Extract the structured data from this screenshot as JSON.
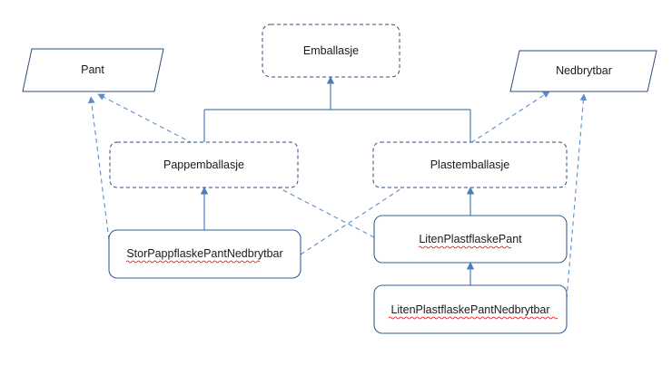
{
  "diagram": {
    "nodes": {
      "emballasje": {
        "label": "Emballasje"
      },
      "pant": {
        "label": "Pant"
      },
      "nedbrytbar": {
        "label": "Nedbrytbar"
      },
      "pappemballasje": {
        "label": "Pappemballasje"
      },
      "plastemballasje": {
        "label": "Plastemballasje"
      },
      "stor_papp": {
        "label": "StorPappflaskePantNedbrytbar"
      },
      "liten_plast_pant": {
        "label": "LitenPlastflaskePant"
      },
      "liten_plast_pant_nedbrytbar": {
        "label": "LitenPlastflaskePantNedbrytbar"
      }
    },
    "colors": {
      "line": "#4a7ebb",
      "dashed_box": "#2e4d7a",
      "solid_box": "#3a5f96",
      "spellcheck": "#e01010"
    }
  }
}
